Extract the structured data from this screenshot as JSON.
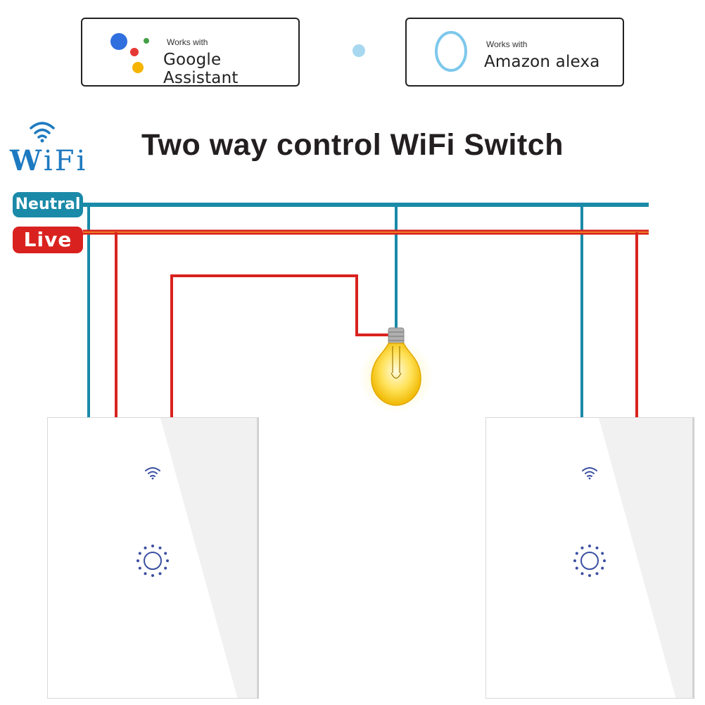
{
  "badges": {
    "google": {
      "works_with": "Works with",
      "name": "Google Assistant"
    },
    "alexa": {
      "works_with": "Works with",
      "name": "Amazon alexa"
    }
  },
  "logo": {
    "first": "W",
    "rest": "iFi"
  },
  "title": "Two way control WiFi Switch",
  "wire_labels": {
    "neutral": "Neutral",
    "live": "Live"
  },
  "colors": {
    "neutral_wire": "#1a8aa8",
    "live_wire": "#d9221f",
    "live_wire_highlight": "#f0a020",
    "icon_blue": "#3a4fa0",
    "wifi_logo": "#1e7ac0",
    "bulb_glow": "#ffd633"
  },
  "icons": {
    "google_assistant": "google-assistant-icon",
    "alexa": "alexa-ring-icon",
    "wifi": "wifi-icon",
    "bulb": "light-bulb-icon",
    "touch_button": "touch-button-icon"
  }
}
